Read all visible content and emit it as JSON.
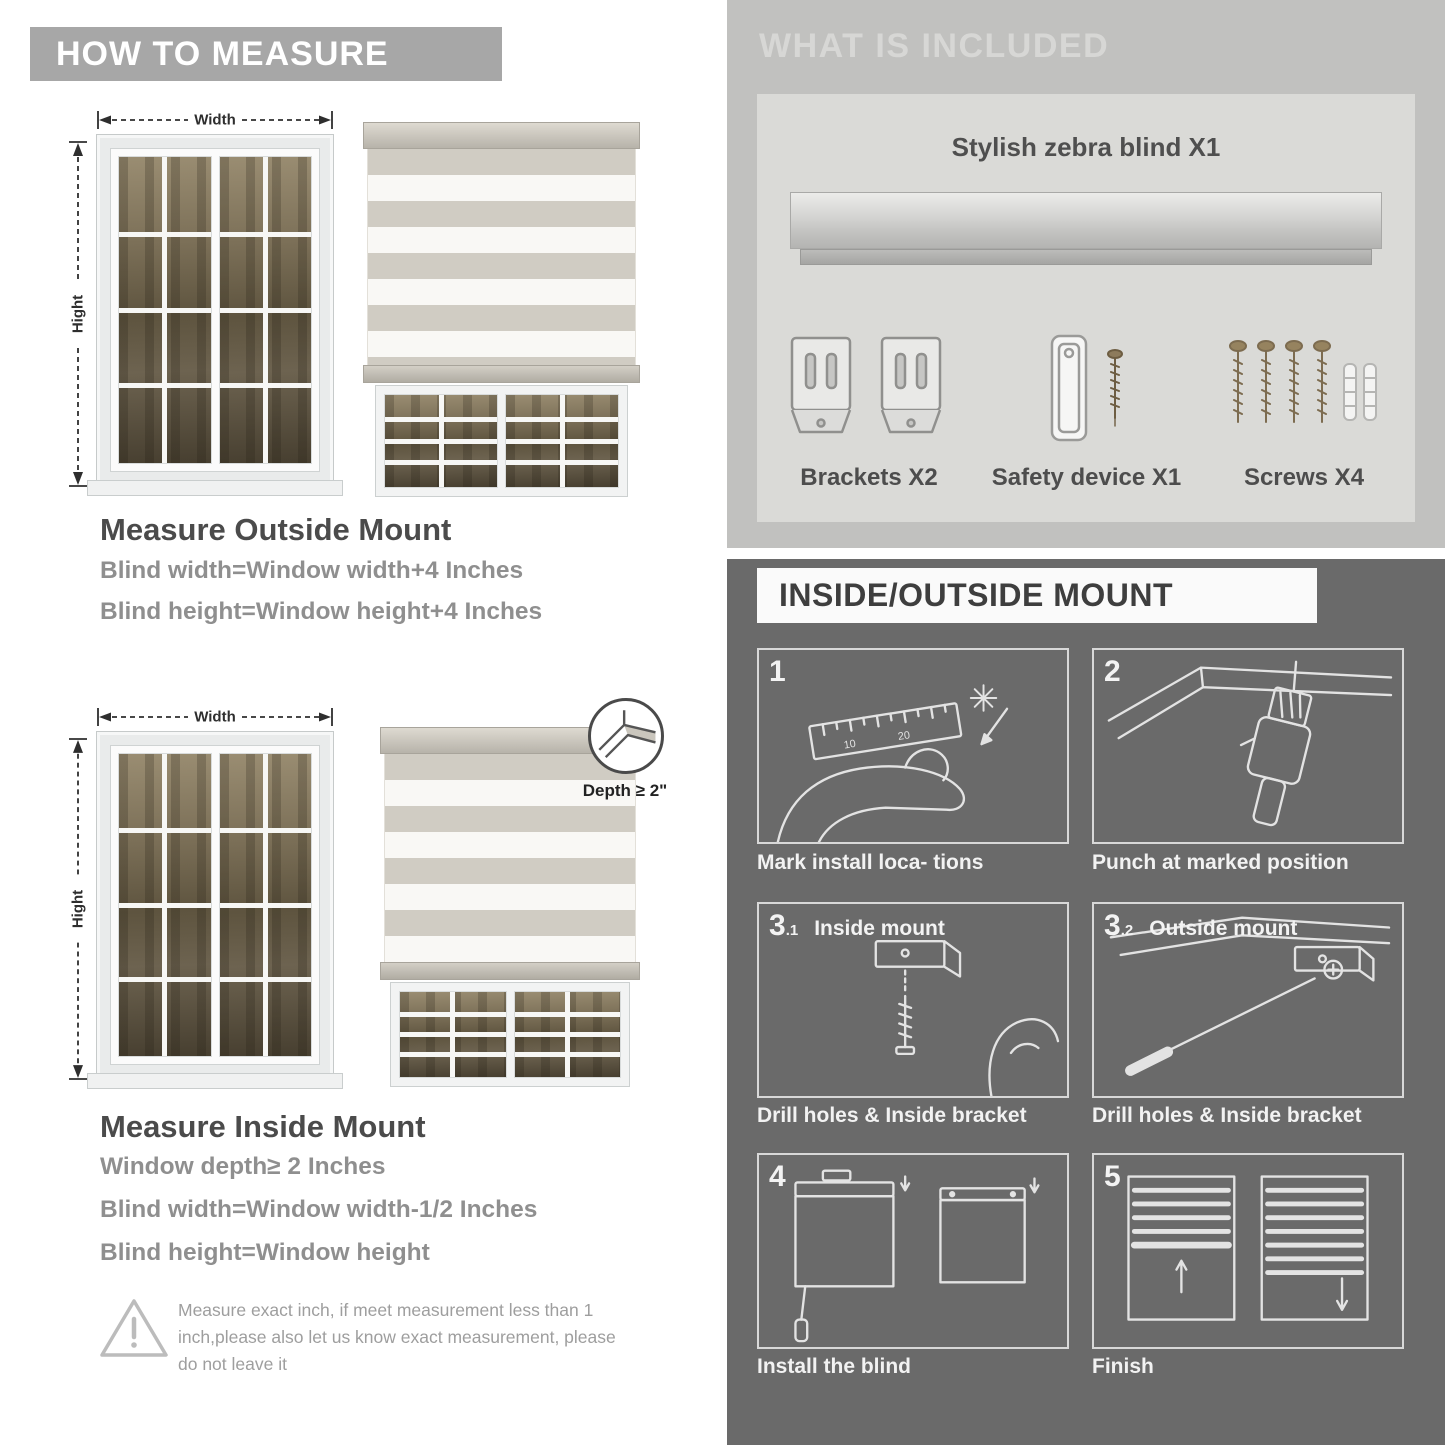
{
  "colors": {
    "banner_gray": "#a7a7a7",
    "included_bg": "#c1c1bf",
    "included_panel_bg": "#dadad7",
    "dark_section_bg": "#6a6a6a",
    "body_text_gray": "#8f8f8f"
  },
  "left": {
    "header": "HOW TO MEASURE",
    "outside": {
      "width_label": "Width",
      "height_label": "Hight",
      "heading": "Measure Outside Mount",
      "lines": [
        "Blind width=Window width+4 Inches",
        "Blind height=Window height+4 Inches"
      ]
    },
    "inside": {
      "width_label": "Width",
      "height_label": "Hight",
      "depth_label": "Depth ≥ 2\"",
      "heading": "Measure Inside Mount",
      "lines": [
        "Window depth≥ 2 Inches",
        "Blind width=Window width-1/2 Inches",
        "Blind height=Window height"
      ]
    },
    "warning_text": "Measure exact inch, if meet measurement less than 1 inch,please also let us know exact measurement, please do not leave it"
  },
  "right": {
    "included": {
      "header": "WHAT IS INCLUDED",
      "product": "Stylish zebra blind X1",
      "items": [
        {
          "icon": "brackets-icon",
          "label": "Brackets X2"
        },
        {
          "icon": "safety-device-icon",
          "label": "Safety device X1"
        },
        {
          "icon": "screws-icon",
          "label": "Screws X4"
        }
      ]
    },
    "mount": {
      "header": "INSIDE/OUTSIDE MOUNT",
      "steps": [
        {
          "num": "1",
          "caption": "Mark install loca- tions",
          "ruler_marks": [
            "10",
            "20"
          ]
        },
        {
          "num": "2",
          "caption": "Punch at  marked position"
        },
        {
          "num": "3",
          "sub": ".1",
          "title": "Inside mount",
          "caption": "Drill holes &  Inside bracket"
        },
        {
          "num": "3",
          "sub": ".2",
          "title": "Outside mount",
          "caption": "Drill holes &  Inside bracket"
        },
        {
          "num": "4",
          "caption": "Install the blind"
        },
        {
          "num": "5",
          "caption": "Finish"
        }
      ]
    }
  }
}
